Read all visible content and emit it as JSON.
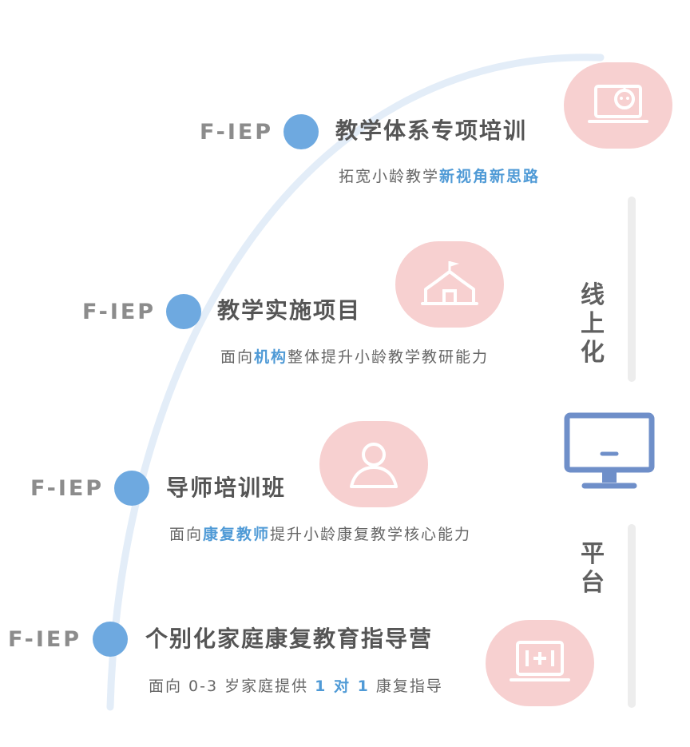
{
  "items": [
    {
      "tag": "F-IEP",
      "title": "教学体系专项培训",
      "sub_prefix": "拓宽小龄教学",
      "sub_highlight": "新视角新思路",
      "sub_suffix": "",
      "icon": "laptop-robot-icon"
    },
    {
      "tag": "F-IEP",
      "title": "教学实施项目",
      "sub_prefix": "面向",
      "sub_highlight": "机构",
      "sub_suffix": "整体提升小龄教学教研能力",
      "icon": "school-flag-icon"
    },
    {
      "tag": "F-IEP",
      "title": "导师培训班",
      "sub_prefix": "面向",
      "sub_highlight": "康复教师",
      "sub_suffix": "提升小龄康复教学核心能力",
      "icon": "person-icon"
    },
    {
      "tag": "F-IEP",
      "title": "个别化家庭康复教育指导营",
      "sub_prefix": "面向 0-3 岁家庭提供 ",
      "sub_highlight": "1 对 1",
      "sub_suffix": " 康复指导",
      "icon": "one-to-one-screen-icon"
    }
  ],
  "side": {
    "top_chars": [
      "线",
      "上",
      "化"
    ],
    "bottom_chars": [
      "平",
      "台"
    ],
    "icon": "monitor-icon"
  },
  "colors": {
    "accent_blue": "#6ea9e0",
    "badge_pink": "#f7d0d0",
    "highlight_blue": "#4f9ad6",
    "arc": "#e3edf8"
  }
}
